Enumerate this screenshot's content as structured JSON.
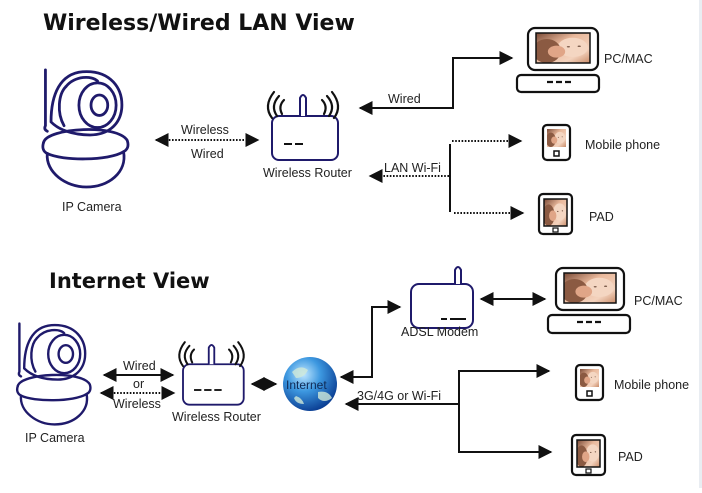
{
  "colors": {
    "device_outline": "#1f1a6b",
    "connector": "#111111",
    "text": "#222222",
    "globe_light": "#7cc4f2",
    "globe_dark": "#0b4fa8",
    "photo_skin": "#c98b68"
  },
  "lan_view": {
    "title": "Wireless/Wired LAN View",
    "camera_label": "IP Camera",
    "camera_link_top": "Wireless",
    "camera_link_bottom": "Wired",
    "router_label": "Wireless Router",
    "wired_label": "Wired",
    "wifi_label": "LAN Wi-Fi",
    "pc_label": "PC/MAC",
    "phone_label": "Mobile phone",
    "pad_label": "PAD"
  },
  "internet_view": {
    "title": "Internet View",
    "camera_label": "IP Camera",
    "camera_link_top": "Wired",
    "camera_link_mid": "or",
    "camera_link_bottom": "Wireless",
    "router_label": "Wireless Router",
    "internet_label": "Internet",
    "modem_label": "ADSL Modem",
    "mobile_link_label": "3G/4G or Wi-Fi",
    "pc_label": "PC/MAC",
    "phone_label": "Mobile phone",
    "pad_label": "PAD"
  }
}
